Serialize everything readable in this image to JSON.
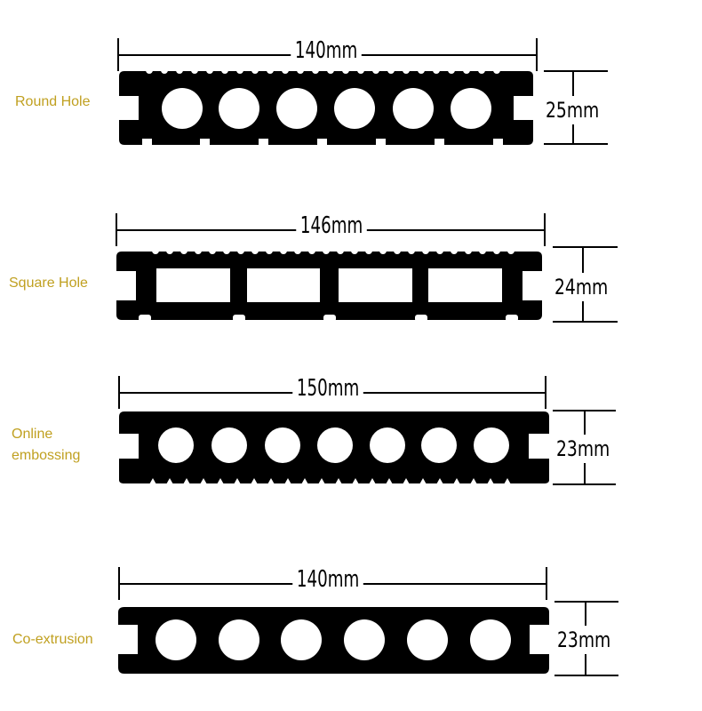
{
  "profiles": [
    {
      "label": "Round Hole",
      "width": "140mm",
      "thickness": "25mm",
      "holes": 6,
      "hole_shape": "circle",
      "grooves": "top-scallops-bottom-notches"
    },
    {
      "label": "Square Hole",
      "width": "146mm",
      "thickness": "24mm",
      "holes": 4,
      "hole_shape": "rectangle",
      "grooves": "top-scallops-bottom-notches"
    },
    {
      "label_line1": "Online",
      "label_line2": "embossing",
      "width": "150mm",
      "thickness": "23mm",
      "holes": 7,
      "hole_shape": "circle",
      "grooves": "bottom-teeth"
    },
    {
      "label": "Co-extrusion",
      "width": "140mm",
      "thickness": "23mm",
      "holes": 6,
      "hole_shape": "circle",
      "grooves": "none"
    }
  ],
  "colors": {
    "label": "#c0a020",
    "profile": "#000000",
    "background": "#ffffff"
  }
}
